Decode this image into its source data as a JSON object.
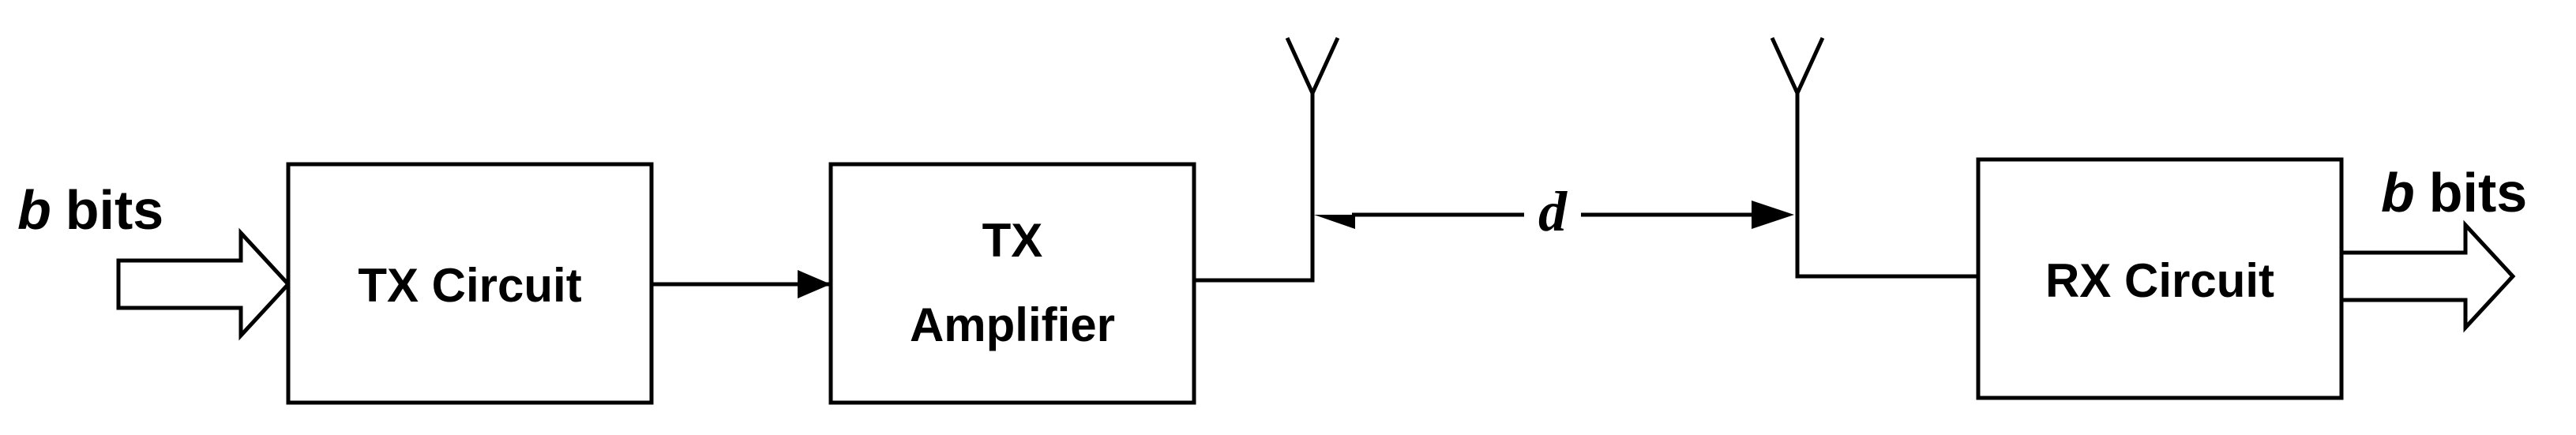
{
  "diagram": {
    "input": {
      "var": "b",
      "unit": "bits"
    },
    "output": {
      "var": "b",
      "unit": "bits"
    },
    "blocks": {
      "tx_circuit": "TX Circuit",
      "tx_amplifier_line1": "TX",
      "tx_amplifier_line2": "Amplifier",
      "rx_circuit": "RX Circuit"
    },
    "distance_label": "d"
  }
}
